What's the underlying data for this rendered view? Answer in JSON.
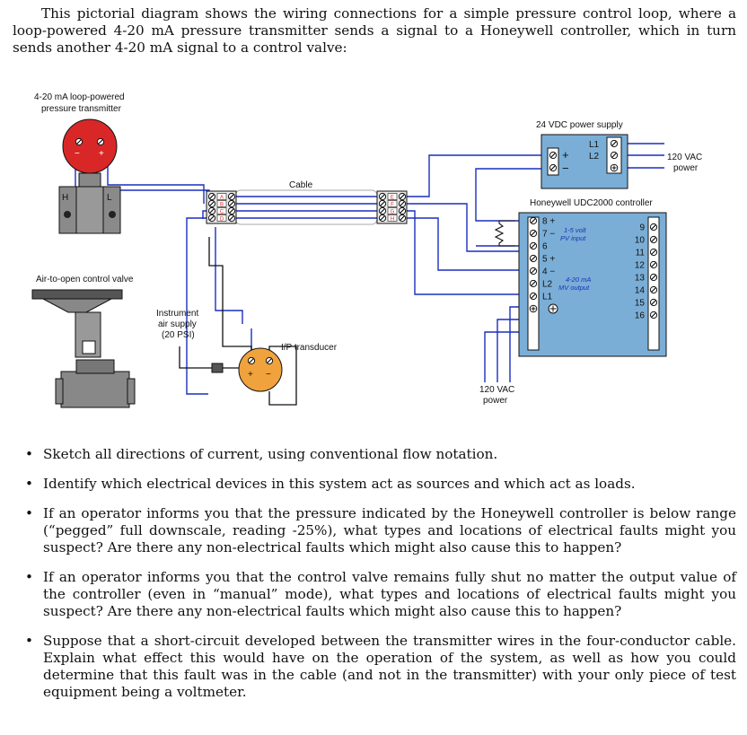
{
  "intro": "This pictorial diagram shows the wiring connections for a simple pressure control loop, where a loop-powered 4-20 mA pressure transmitter sends a signal to a Honeywell controller, which in turn sends another 4-20 mA signal to a control valve:",
  "diagram": {
    "transmitter_label_1": "4-20 mA loop-powered",
    "transmitter_label_2": "pressure transmitter",
    "transmitter_minus": "−",
    "transmitter_plus": "+",
    "port_h": "H",
    "port_l": "L",
    "cable_label": "Cable",
    "junction_left": [
      "A",
      "B",
      "C",
      "D"
    ],
    "junction_right": [
      "E",
      "F",
      "G",
      "H"
    ],
    "valve_label": "Air-to-open control valve",
    "air_supply_1": "Instrument",
    "air_supply_2": "air supply",
    "air_supply_3": "(20 PSI)",
    "ip_label": "I/P transducer",
    "ip_plus": "+",
    "ip_minus": "−",
    "psu_label": "24 VDC power supply",
    "psu_plus": "+",
    "psu_minus": "−",
    "psu_l1": "L1",
    "psu_l2": "L2",
    "ac_right_1": "120 VAC",
    "ac_right_2": "power",
    "controller_label": "Honeywell UDC2000 controller",
    "left_terminals": [
      "8",
      "7",
      "6",
      "5",
      "4",
      "L2",
      "L1"
    ],
    "left_signs": [
      "+",
      "−",
      "",
      "+",
      "−",
      "",
      ""
    ],
    "right_terminals": [
      "9",
      "10",
      "11",
      "12",
      "13",
      "14",
      "15",
      "16"
    ],
    "pv_label_1": "1-5 volt",
    "pv_label_2": "PV input",
    "mv_label_1": "4-20 mA",
    "mv_label_2": "MV output",
    "ac_bottom_1": "120 VAC",
    "ac_bottom_2": "power"
  },
  "questions": [
    "Sketch all directions of current, using conventional flow notation.",
    "Identify which electrical devices in this system act as sources and which act as loads.",
    "If an operator informs you that the pressure indicated by the Honeywell controller is below range (“pegged” full downscale, reading -25%), what types and locations of electrical faults might you suspect? Are there any non-electrical faults which might also cause this to happen?",
    "If an operator informs you that the control valve remains fully shut no matter the output value of the controller (even in “manual” mode), what types and locations of electrical faults might you suspect? Are there any non-electrical faults which might also cause this to happen?",
    "Suppose that a short-circuit developed between the transmitter wires in the four-conductor cable. Explain what effect this would have on the operation of the system, as well as how you could determine that this fault was in the cable (and not in the transmitter) with your only piece of test equipment being a voltmeter."
  ],
  "bullet": "•"
}
